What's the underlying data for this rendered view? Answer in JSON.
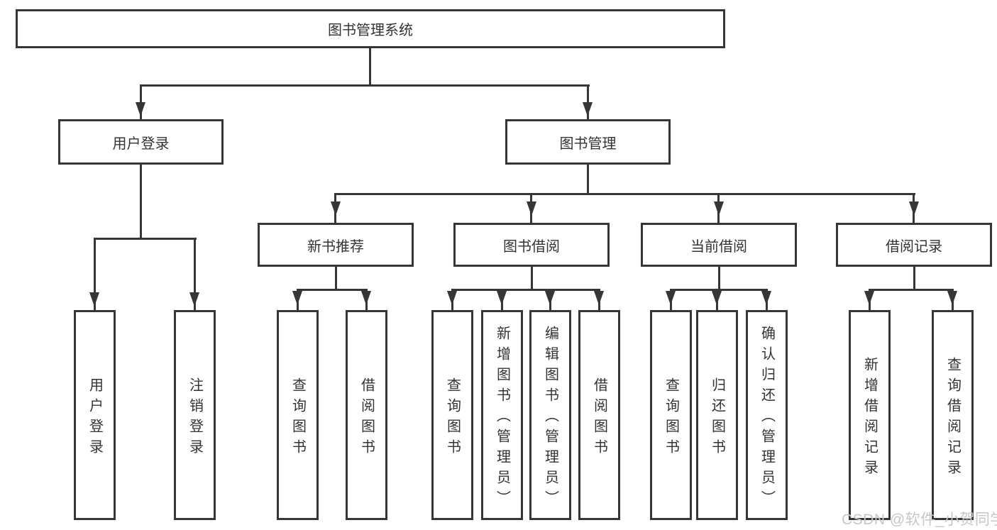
{
  "diagram": {
    "root": {
      "label": "图书管理系统"
    },
    "level2": [
      "用户登录",
      "图书管理"
    ],
    "level3": [
      "新书推荐",
      "图书借阅",
      "当前借阅",
      "借阅记录"
    ],
    "leaves": {
      "user_login": [
        "用户登录",
        "注销登录"
      ],
      "new_book_recommend": [
        "查询图书",
        "借阅图书"
      ],
      "book_borrow": [
        "查询图书",
        "新增图书（管理员）",
        "编辑图书（管理员）",
        "借阅图书"
      ],
      "current_borrow": [
        "查询图书",
        "归还图书",
        "确认归还（管理员）"
      ],
      "borrow_records": [
        "新增借阅记录",
        "查询借阅记录"
      ]
    }
  },
  "watermark": {
    "text": "CSDN @软件_小贺同学"
  },
  "colors": {
    "line": "#363636",
    "text": "#333333",
    "watermark": "#c4c7ca",
    "background": "#ffffff"
  }
}
